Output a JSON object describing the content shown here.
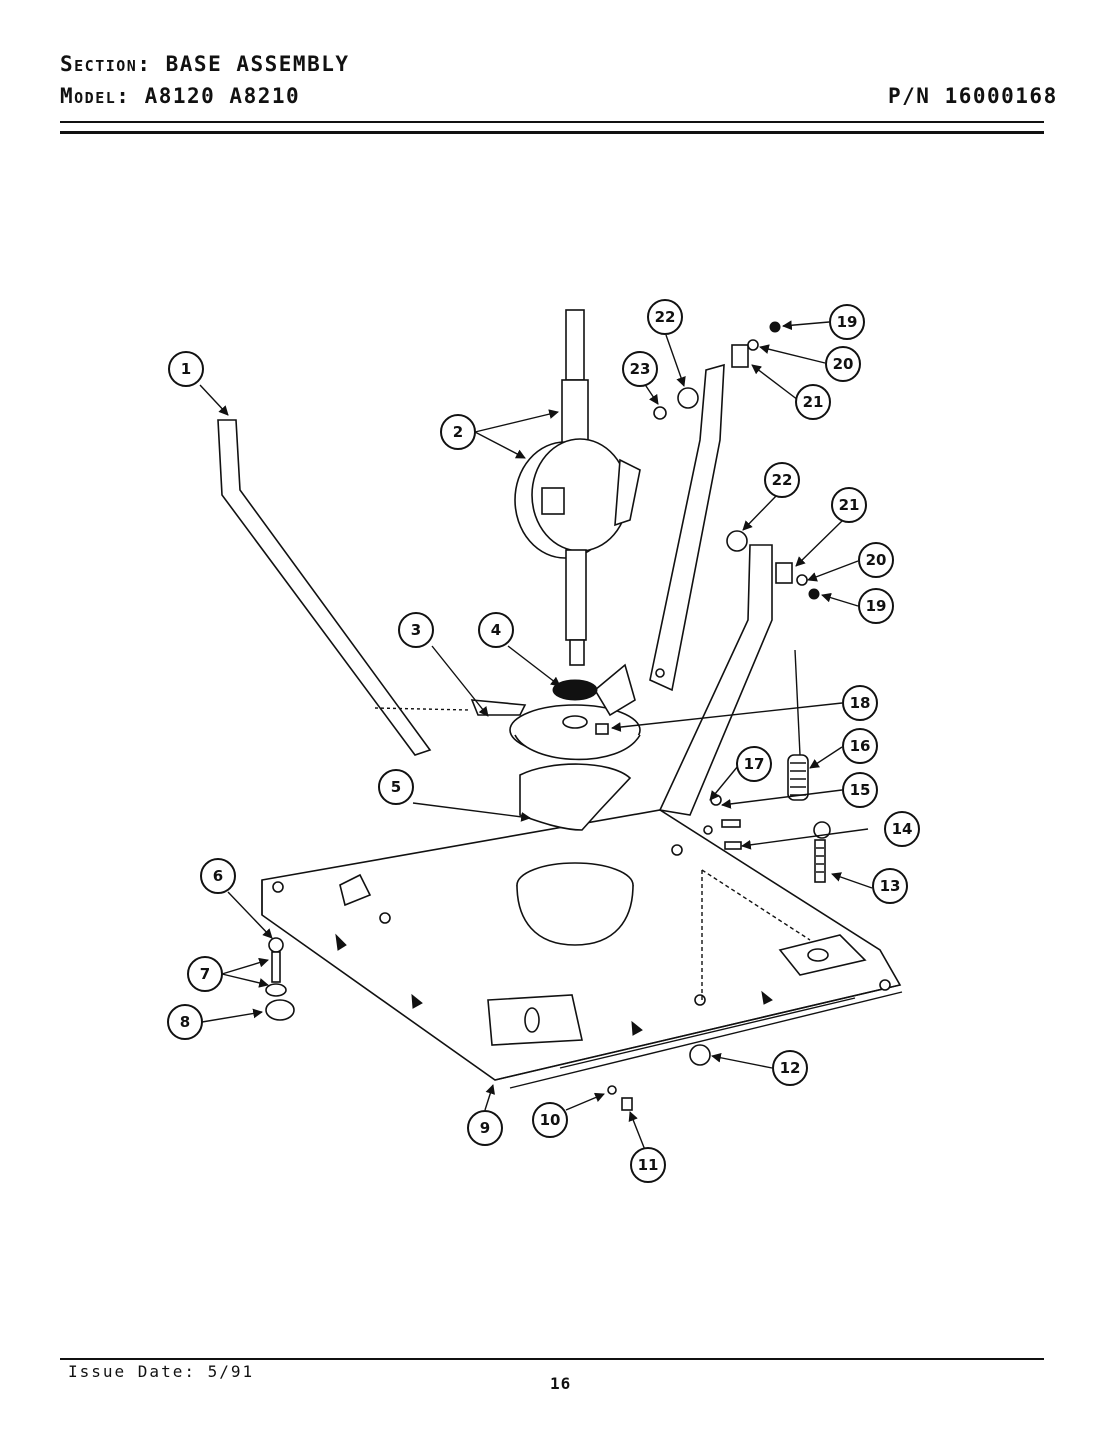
{
  "header": {
    "section_label": "Section:",
    "section_value": "BASE ASSEMBLY",
    "model_label": "Model:",
    "model_value": "A8120  A8210",
    "part_number": "P/N 16000168"
  },
  "footer": {
    "issue_date": "Issue Date: 5/91",
    "page_number": "16"
  },
  "callouts": [
    {
      "id": "callout-1",
      "label": "1"
    },
    {
      "id": "callout-2",
      "label": "2"
    },
    {
      "id": "callout-3",
      "label": "3"
    },
    {
      "id": "callout-4",
      "label": "4"
    },
    {
      "id": "callout-5",
      "label": "5"
    },
    {
      "id": "callout-6",
      "label": "6"
    },
    {
      "id": "callout-7",
      "label": "7"
    },
    {
      "id": "callout-8",
      "label": "8"
    },
    {
      "id": "callout-9",
      "label": "9"
    },
    {
      "id": "callout-10",
      "label": "10"
    },
    {
      "id": "callout-11",
      "label": "11"
    },
    {
      "id": "callout-12",
      "label": "12"
    },
    {
      "id": "callout-13",
      "label": "13"
    },
    {
      "id": "callout-14",
      "label": "14"
    },
    {
      "id": "callout-15",
      "label": "15"
    },
    {
      "id": "callout-16",
      "label": "16"
    },
    {
      "id": "callout-17",
      "label": "17"
    },
    {
      "id": "callout-18",
      "label": "18"
    },
    {
      "id": "callout-19a",
      "label": "19"
    },
    {
      "id": "callout-20a",
      "label": "20"
    },
    {
      "id": "callout-21a",
      "label": "21"
    },
    {
      "id": "callout-22a",
      "label": "22"
    },
    {
      "id": "callout-23",
      "label": "23"
    },
    {
      "id": "callout-22b",
      "label": "22"
    },
    {
      "id": "callout-21b",
      "label": "21"
    },
    {
      "id": "callout-20b",
      "label": "20"
    },
    {
      "id": "callout-19b",
      "label": "19"
    }
  ]
}
